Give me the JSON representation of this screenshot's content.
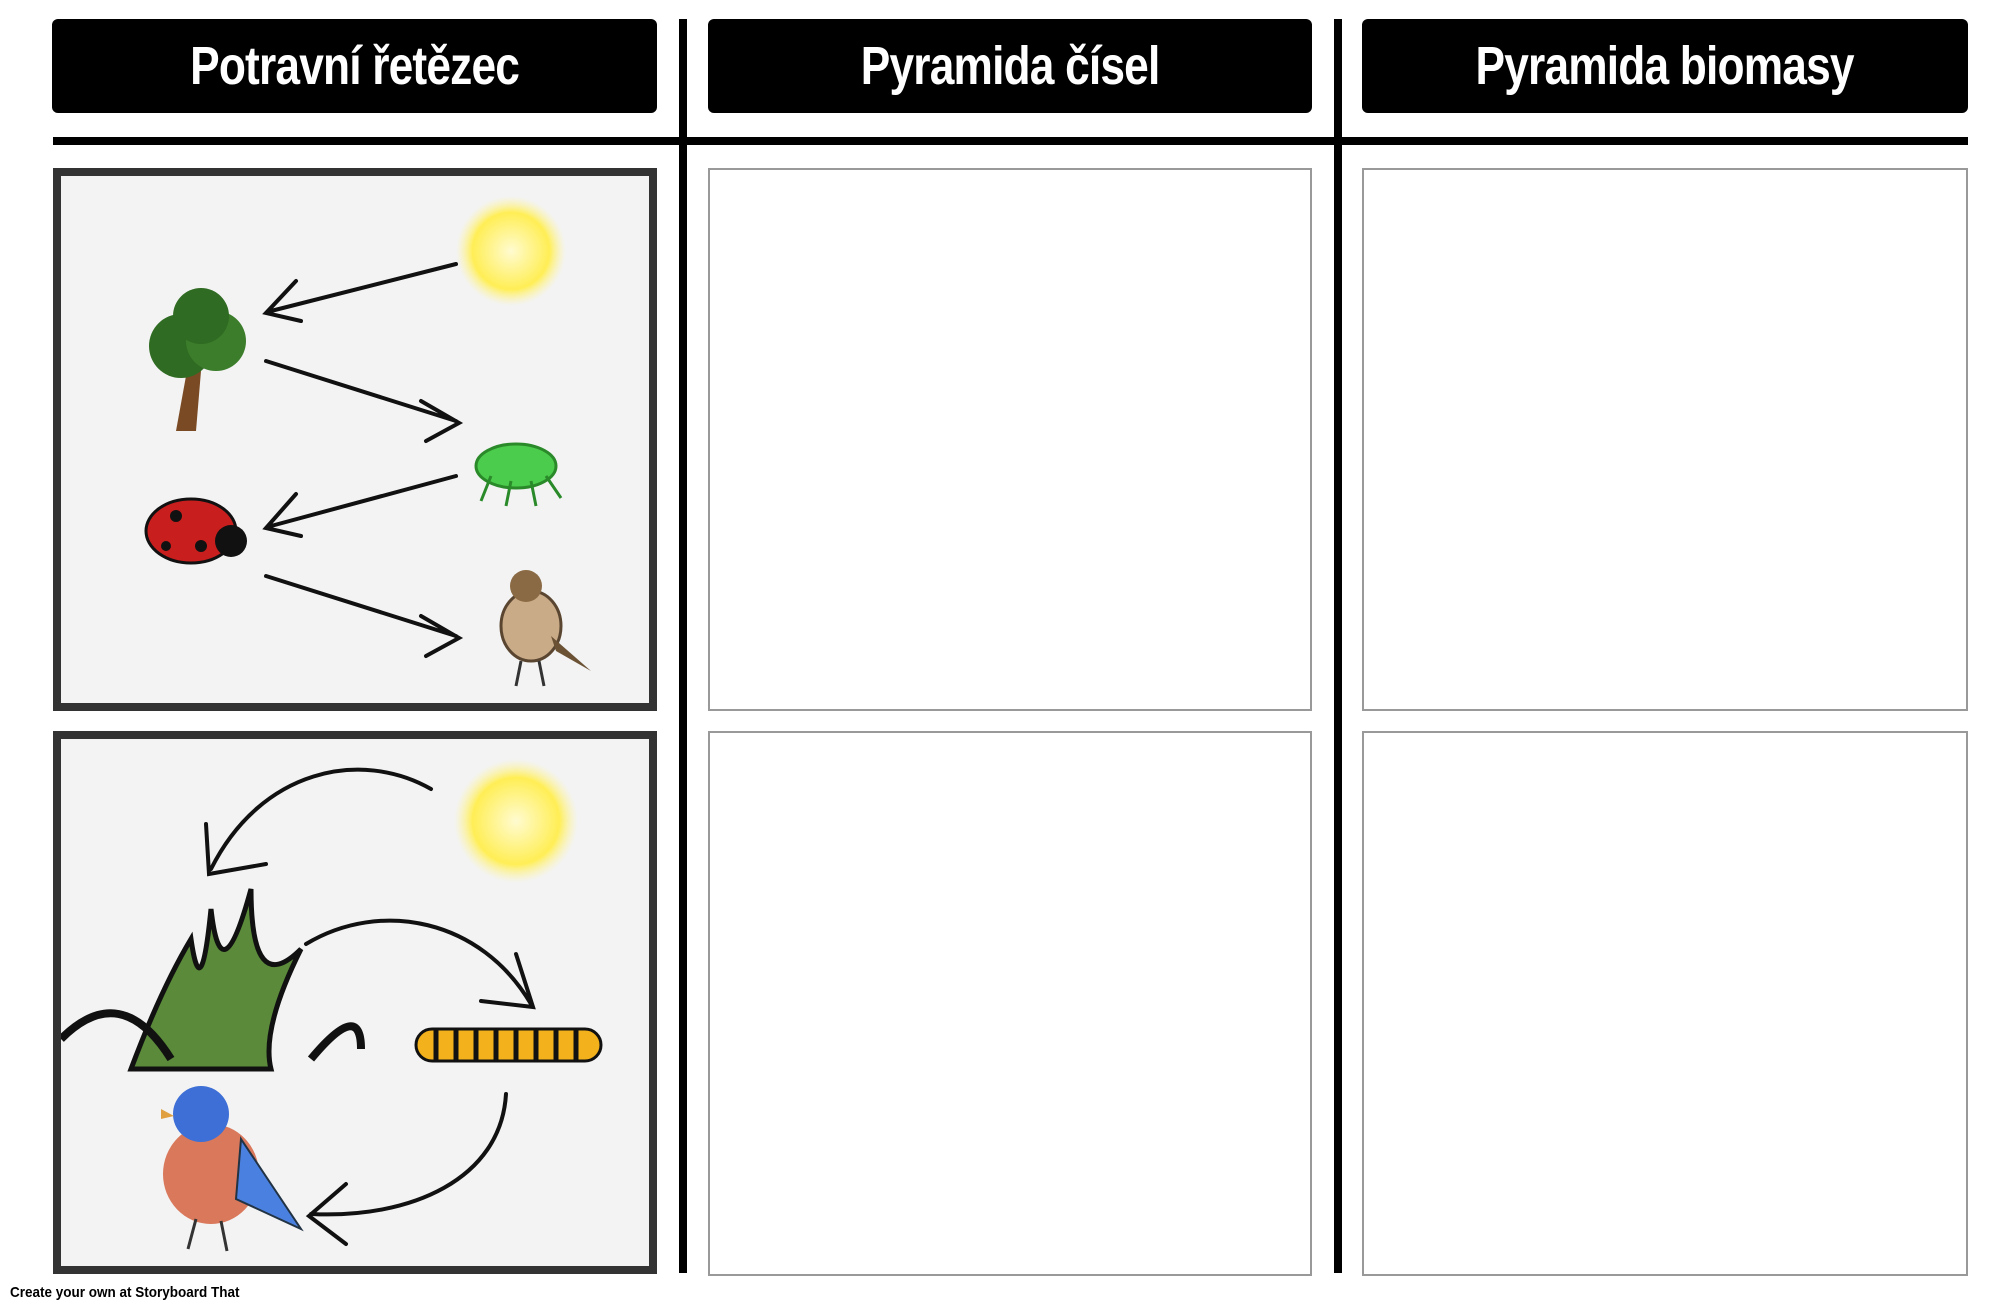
{
  "headers": [
    "Potravní řetězec",
    "Pyramida čísel",
    "Pyramida biomasy"
  ],
  "footer": "Create your own at Storyboard That",
  "colors": {
    "header_bg": "#000000",
    "header_text": "#ffffff",
    "cell_bg": "#f3f3f3",
    "sun": "#ffee55"
  }
}
